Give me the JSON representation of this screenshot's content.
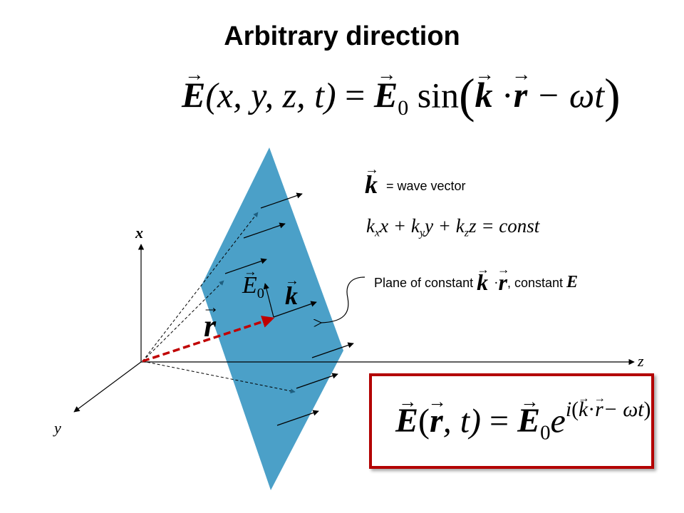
{
  "title": "Arbitrary direction",
  "equation_top": {
    "lhs_symbol": "E",
    "lhs_args": "(x, y, z, t)",
    "equals": "=",
    "amplitude": "E",
    "amplitude_sub": "0",
    "func": "sin",
    "k": "k",
    "dot": "·",
    "r": "r",
    "minus_omega_t": "− ωt"
  },
  "wave_vector_def": {
    "symbol": "k",
    "text": "= wave vector"
  },
  "plane_equation": {
    "kx": "k",
    "kx_sub": "x",
    "x": "x + ",
    "ky": "k",
    "ky_sub": "y",
    "y": "y + ",
    "kz": "k",
    "kz_sub": "z",
    "z": "z = const"
  },
  "plane_label": {
    "prefix": "Plane of constant",
    "k": "k",
    "dot": "·",
    "r": "r",
    "suffix": ", constant",
    "E": "E"
  },
  "diagram": {
    "axes": {
      "x": "x",
      "y": "y",
      "z": "z"
    },
    "labels": {
      "r": "r",
      "E0": "E",
      "E0_sub": "0",
      "k": "k"
    },
    "colors": {
      "plane": "#4BA0C8",
      "position_vector": "#C00000",
      "box_border": "#B30000"
    }
  },
  "equation_boxed": {
    "lhs_symbol": "E",
    "lhs_open": "(",
    "r": "r",
    "lhs_rest": ", t)",
    "equals": "=",
    "amplitude": "E",
    "amplitude_sub": "0",
    "base": "e",
    "exp_i": "i",
    "exp_k": "k",
    "exp_dot": "·",
    "exp_r": "r",
    "exp_rest": "− ωt"
  }
}
